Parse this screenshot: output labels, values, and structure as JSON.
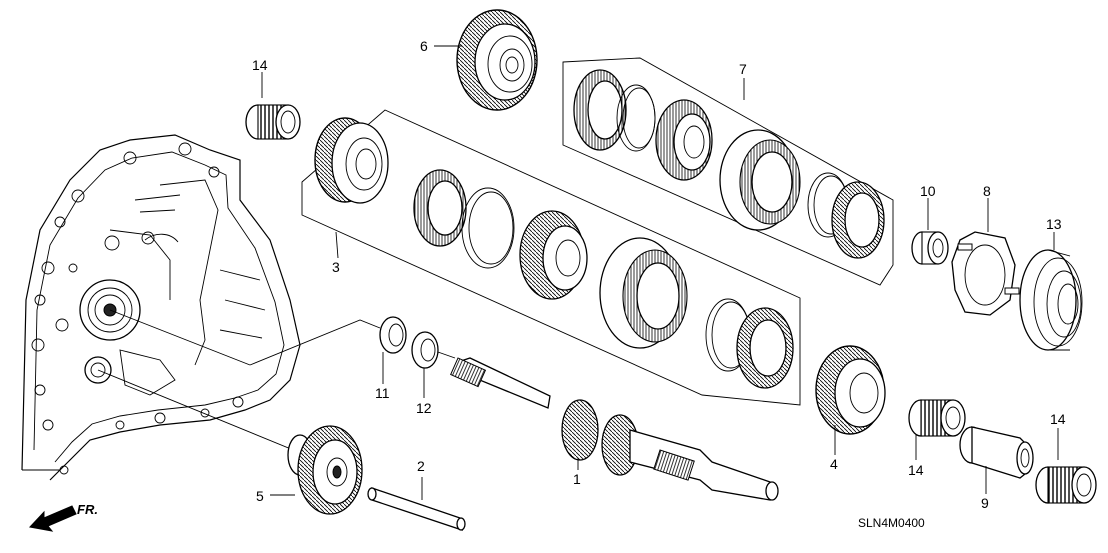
{
  "diagram": {
    "code": "SLN4M0400",
    "direction_label": "FR.",
    "callouts": [
      {
        "id": "1",
        "text": "1"
      },
      {
        "id": "2",
        "text": "2"
      },
      {
        "id": "3",
        "text": "3"
      },
      {
        "id": "4",
        "text": "4"
      },
      {
        "id": "5",
        "text": "5"
      },
      {
        "id": "6",
        "text": "6"
      },
      {
        "id": "7",
        "text": "7"
      },
      {
        "id": "8",
        "text": "8"
      },
      {
        "id": "9",
        "text": "9"
      },
      {
        "id": "10",
        "text": "10"
      },
      {
        "id": "11",
        "text": "11"
      },
      {
        "id": "12",
        "text": "12"
      },
      {
        "id": "13",
        "text": "13"
      },
      {
        "id": "14a",
        "text": "14"
      },
      {
        "id": "14b",
        "text": "14"
      },
      {
        "id": "14c",
        "text": "14"
      }
    ]
  }
}
